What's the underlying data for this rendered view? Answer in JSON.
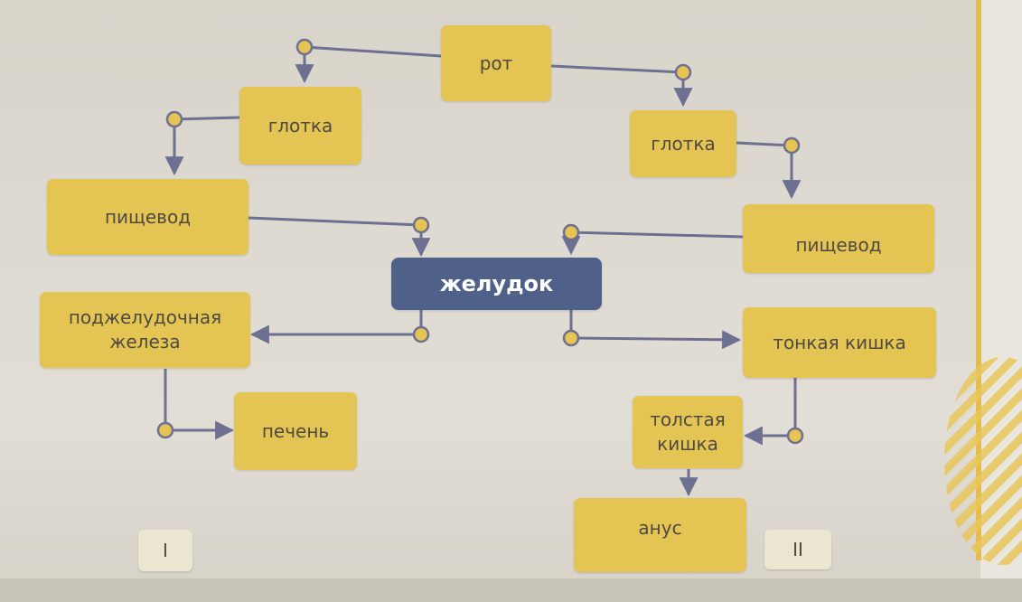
{
  "colors": {
    "box": "#e4c553",
    "center_box": "#4f6189",
    "connector": "#6d7090",
    "dot": "#e6c352"
  },
  "nodes": {
    "rot": "рот",
    "glotka_left": "глотка",
    "glotka_right": "глотка",
    "pishchevod_left": "пищевод",
    "pishchevod_right": "пищевод",
    "zheludok": "желудок",
    "podzheludochnaya_line1": "поджелудочная",
    "podzheludochnaya_line2": "железа",
    "pechen": "печень",
    "tonkaya_kishka": "тонкая кишка",
    "tolstaya_line1": "толстая",
    "tolstaya_line2": "кишка",
    "anus": "анус"
  },
  "labels": {
    "variant_1": "I",
    "variant_2": "II"
  }
}
